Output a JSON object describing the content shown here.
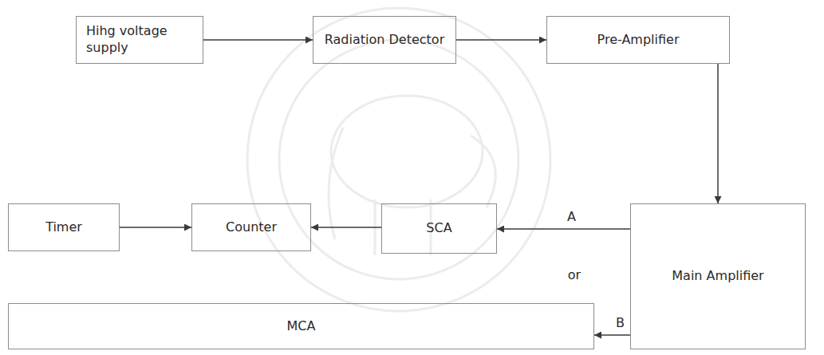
{
  "diagram": {
    "nodes": [
      {
        "text": [
          "Hihg voltage supply"
        ]
      },
      {
        "text": [
          "Radiation Detector"
        ]
      },
      {
        "text": [
          "Pre-Amplifier"
        ]
      },
      {
        "text": [
          "Main Amplifier"
        ]
      },
      {
        "text": [
          "SCA"
        ]
      },
      {
        "text": [
          "Counter"
        ]
      },
      {
        "text": [
          "Timer"
        ]
      },
      {
        "text": [
          "MCA"
        ]
      }
    ],
    "edges": [
      {
        "from": 0,
        "to": 1,
        "arrow": "to"
      },
      {
        "from": 1,
        "to": 2,
        "arrow": "to"
      },
      {
        "from": 2,
        "to": 3,
        "arrow": "to"
      },
      {
        "from": 3,
        "to": 4,
        "label": "A",
        "arrow": "to"
      },
      {
        "from": 4,
        "to": 5,
        "arrow": "to"
      },
      {
        "from": 6,
        "to": 5,
        "arrow": "to"
      },
      {
        "from": 3,
        "to": 7,
        "label": "B",
        "arrow": "to"
      }
    ],
    "labels": [
      "or"
    ]
  }
}
